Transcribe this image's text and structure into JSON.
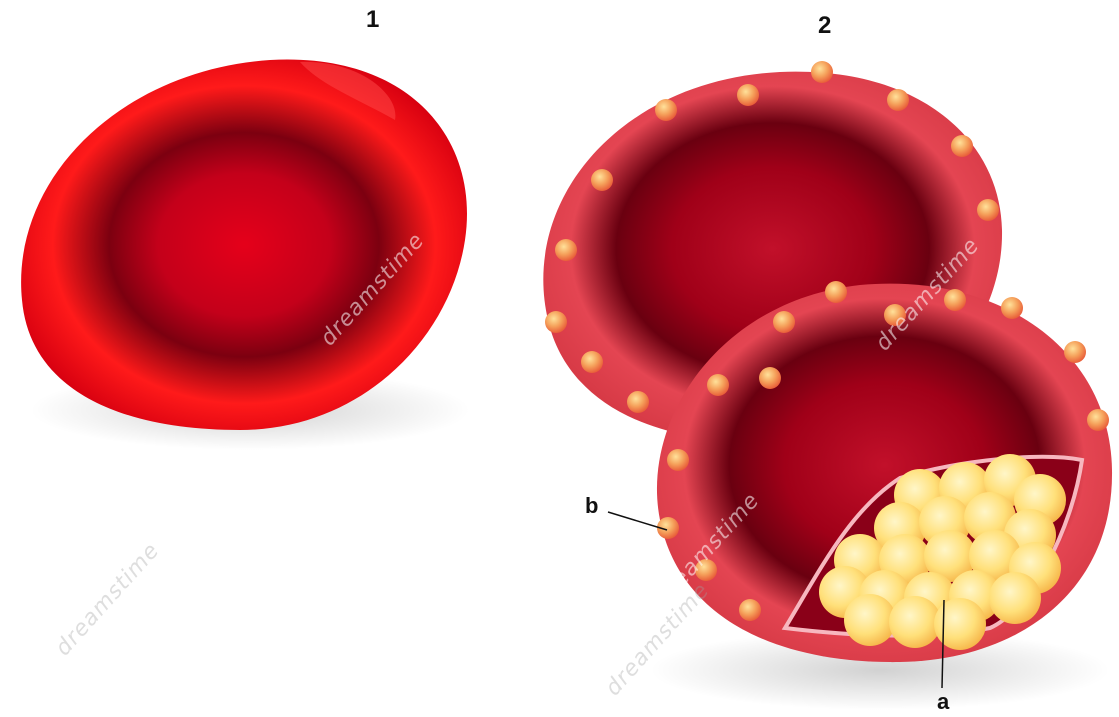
{
  "figure": {
    "labels": {
      "cell_1": "1",
      "cell_2": "2",
      "pointer_a": "a",
      "pointer_b": "b"
    },
    "watermark": {
      "text": "dreamstime"
    },
    "colors": {
      "cell_red": "#e0101a",
      "cell_dark": "#7a0008",
      "cell_pink": "#e24a55",
      "bump_orange": "#f28a4a",
      "interior_yellow": "#ffe07a",
      "cut_line": "#f7b7bf"
    }
  }
}
